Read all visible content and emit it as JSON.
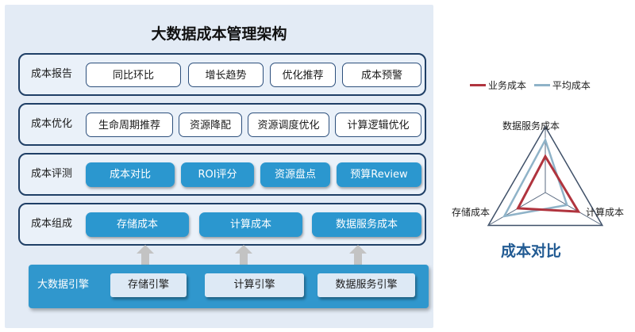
{
  "title": "大数据成本管理架构",
  "layers": [
    {
      "label": "成本报告",
      "items": [
        "同比环比",
        "增长趋势",
        "优化推荐",
        "成本预警"
      ]
    },
    {
      "label": "成本优化",
      "items": [
        "生命周期推荐",
        "资源降配",
        "资源调度优化",
        "计算逻辑优化"
      ]
    },
    {
      "label": "成本评测",
      "items": [
        "成本对比",
        "ROI评分",
        "资源盘点",
        "预算Review"
      ]
    },
    {
      "label": "成本组成",
      "items": [
        "存储成本",
        "计算成本",
        "数据服务成本"
      ]
    }
  ],
  "engine": {
    "label": "大数据引擎",
    "items": [
      "存储引擎",
      "计算引擎",
      "数据服务引擎"
    ]
  },
  "chart_data": {
    "type": "radar",
    "title": "成本对比",
    "axes": [
      "数据服务成本",
      "计算成本",
      "存储成本"
    ],
    "series": [
      {
        "name": "业务成本",
        "color": "#b0343e",
        "values": [
          0.55,
          0.58,
          0.48
        ]
      },
      {
        "name": "平均成本",
        "color": "#8fb3c8",
        "values": [
          0.8,
          0.38,
          0.72
        ]
      }
    ],
    "legend_position": "top"
  }
}
